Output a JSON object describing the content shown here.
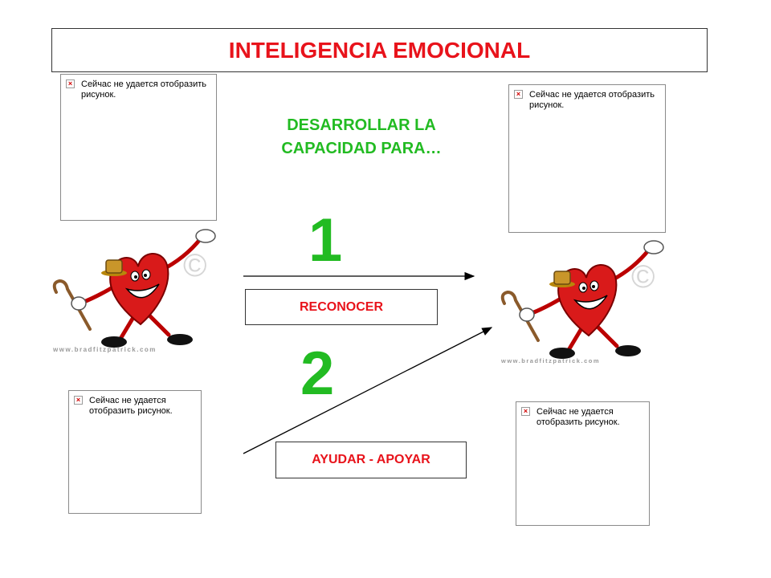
{
  "header": {
    "title": "INTELIGENCIA EMOCIONAL"
  },
  "intro": {
    "text": "DESARROLLAR LA CAPACIDAD PARA…"
  },
  "steps": [
    {
      "number": "1",
      "label": "RECONOCER"
    },
    {
      "number": "2",
      "label": "AYUDAR - APOYAR"
    }
  ],
  "images": {
    "broken_message_a": "Сейчас не удается отобразить рисунок.",
    "broken_message_b": "Сейчас не удается отобразить рисунок.",
    "broken_message_c": "Сейчас не удается отобразить рисунок.",
    "broken_message_d": "Сейчас не удается отобразить рисунок.",
    "watermark": "www.bradfitzpatrick.com",
    "copyright": "©"
  },
  "colors": {
    "title": "#e8131b",
    "accent_green": "#22bb22",
    "heart_red": "#d91a1a"
  }
}
